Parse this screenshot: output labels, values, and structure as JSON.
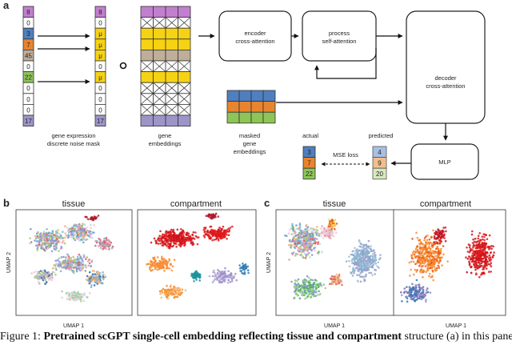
{
  "panels": {
    "a": "a",
    "b": "b",
    "c": "c"
  },
  "top": {
    "expression_values": [
      "8",
      "0",
      "3",
      "7",
      "45",
      "0",
      "22",
      "0",
      "0",
      "0",
      "17"
    ],
    "masked_values": [
      "8",
      "0",
      "μ",
      "μ",
      "μ",
      "0",
      "μ",
      "0",
      "0",
      "0",
      "17"
    ],
    "gene_expression_label": [
      "gene expression",
      "discrete noise mask"
    ],
    "gene_embeddings_label": [
      "gene",
      "embeddings"
    ],
    "masked_gene_embeddings_label": [
      "masked",
      "gene",
      "embeddings"
    ],
    "operator_symbol": "∘",
    "encoder_label": [
      "encoder",
      "cross-attention"
    ],
    "process_label": [
      "process",
      "self-attention"
    ],
    "decoder_label": [
      "decoder",
      "cross-attention"
    ],
    "mlp_label": "MLP",
    "actual_label": "actual",
    "predicted_label": "predicted",
    "loss_label": "MSE loss",
    "actual_values": [
      "3",
      "7",
      "22"
    ],
    "predicted_values": [
      "4",
      "9",
      "20"
    ],
    "colors": {
      "purple": "#c27fcf",
      "blue": "#4f7fbf",
      "orange": "#e9842e",
      "tan": "#bfae98",
      "green": "#8dc557",
      "lavender": "#9d95c9",
      "yellow": "#f6d312",
      "pred_blue": "#a8bfe3",
      "pred_orange": "#f1be8b",
      "pred_green": "#d6e8bf"
    }
  },
  "umap_b": {
    "titles": [
      "tissue",
      "compartment"
    ],
    "xlabel": "UMAP 1",
    "ylabel": "UMAP 2"
  },
  "umap_c": {
    "titles": [
      "tissue",
      "compartment"
    ],
    "xlabel": "UMAP 1",
    "ylabel": "UMAP 2"
  },
  "caption": {
    "start": "Figure 1: ",
    "bold": "Pretrained scGPT single-cell embedding reflecting tissue and compartment",
    "rest": " structure (a) in this panel..."
  }
}
